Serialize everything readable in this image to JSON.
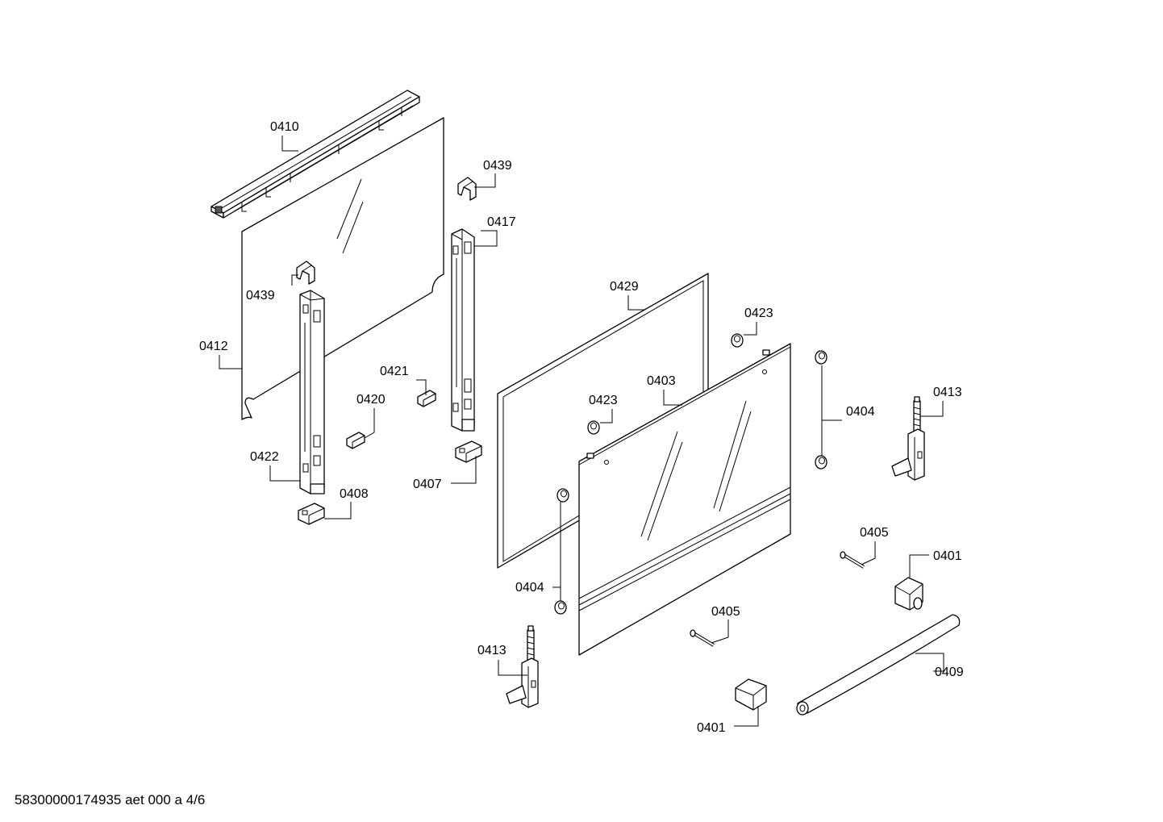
{
  "labels": {
    "l0410": "0410",
    "l0439a": "0439",
    "l0439b": "0439",
    "l0417": "0417",
    "l0412": "0412",
    "l0421": "0421",
    "l0420": "0420",
    "l0422": "0422",
    "l0408": "0408",
    "l0407": "0407",
    "l0429": "0429",
    "l0423a": "0423",
    "l0423b": "0423",
    "l0403": "0403",
    "l0404a": "0404",
    "l0404b": "0404",
    "l0413a": "0413",
    "l0413b": "0413",
    "l0405a": "0405",
    "l0405b": "0405",
    "l0401a": "0401",
    "l0401b": "0401",
    "l0409": "0409"
  },
  "footer": "58300000174935 aet 000 a 4/6"
}
